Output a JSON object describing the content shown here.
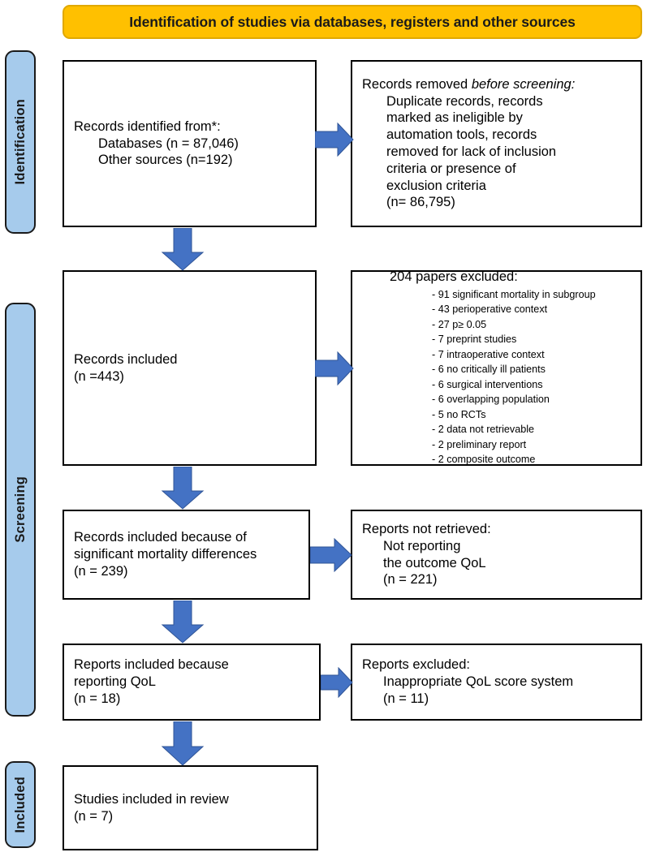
{
  "header": {
    "title": "Identification of studies via databases, registers and other sources",
    "fill_color": "#FFC000",
    "border_color": "#E0A800"
  },
  "stages": {
    "identification": "Identification",
    "screening": "Screening",
    "included": "Included",
    "fill_color": "#A6CBEC"
  },
  "arrow_color": "#4472C4",
  "boxes": {
    "identified": {
      "line1": "Records identified from*:",
      "line2": "Databases (n = 87,046)",
      "line3": "Other sources (n=192)"
    },
    "removed": {
      "line1_prefix": "Records removed ",
      "line1_italic": "before screening:",
      "line2": "Duplicate records, records",
      "line3": "marked as ineligible by",
      "line4": "automation tools, records",
      "line5": "removed for lack of inclusion",
      "line6": "criteria or presence of",
      "line7": "exclusion criteria",
      "line8": "(n= 86,795)"
    },
    "records_included": {
      "line1": "Records included",
      "line2": "(n =443)"
    },
    "excluded": {
      "title": "204 papers excluded:",
      "items": [
        "- 91 significant mortality in subgroup",
        "- 43 perioperative context",
        "- 27 p≥ 0.05",
        "- 7 preprint studies",
        "- 7 intraoperative context",
        "- 6 no critically ill patients",
        "- 6 surgical interventions",
        "- 6 overlapping population",
        "- 5 no RCTs",
        "- 2 data not retrievable",
        "- 2 preliminary report",
        "- 2 composite outcome"
      ]
    },
    "mortality": {
      "line1": "Records included because of",
      "line2": "significant mortality differences",
      "line3": "(n = 239)"
    },
    "not_retrieved": {
      "line1": "Reports not retrieved:",
      "line2": "Not reporting",
      "line3": "the outcome QoL",
      "line4": "(n = 221)"
    },
    "reporting_qol": {
      "line1": "Reports included because",
      "line2": "reporting QoL",
      "line3": "(n = 18)"
    },
    "reports_excluded": {
      "line1": "Reports excluded:",
      "line2": "Inappropriate QoL score system",
      "line3": "(n = 11)"
    },
    "studies_included": {
      "line1": "Studies included in review",
      "line2": "(n = 7)"
    }
  }
}
